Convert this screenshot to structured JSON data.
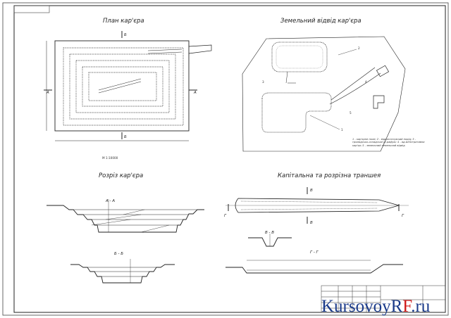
{
  "titles": {
    "plan": "План кар'єра",
    "dump": "Земельний відвід кар'єра",
    "section": "Розріз кар'єра",
    "trench": "Капітальна та розрізна траншея"
  },
  "plan": {
    "scale": "М 1:10000",
    "cut_a": "А",
    "cut_b": "Б"
  },
  "dump_legend": "1 - кар'єрне поле; 2 - відвал.Існуючий порід; 3 - громадсько-складське рі-рафую; 4 - ад-міністративна кар'єр; 5 - земельний земельний відвід",
  "dump_labels": [
    "2",
    "1",
    "3",
    "4",
    "5"
  ],
  "sections": {
    "aa": "А - А",
    "bb": "Б - Б"
  },
  "trench": {
    "cut_v": "В",
    "cut_g": "Г",
    "vv": "В - В",
    "gg": "Г - Г"
  },
  "watermark": {
    "part1": "KursovoyR",
    "part2": "F",
    "part3": ".ru"
  }
}
